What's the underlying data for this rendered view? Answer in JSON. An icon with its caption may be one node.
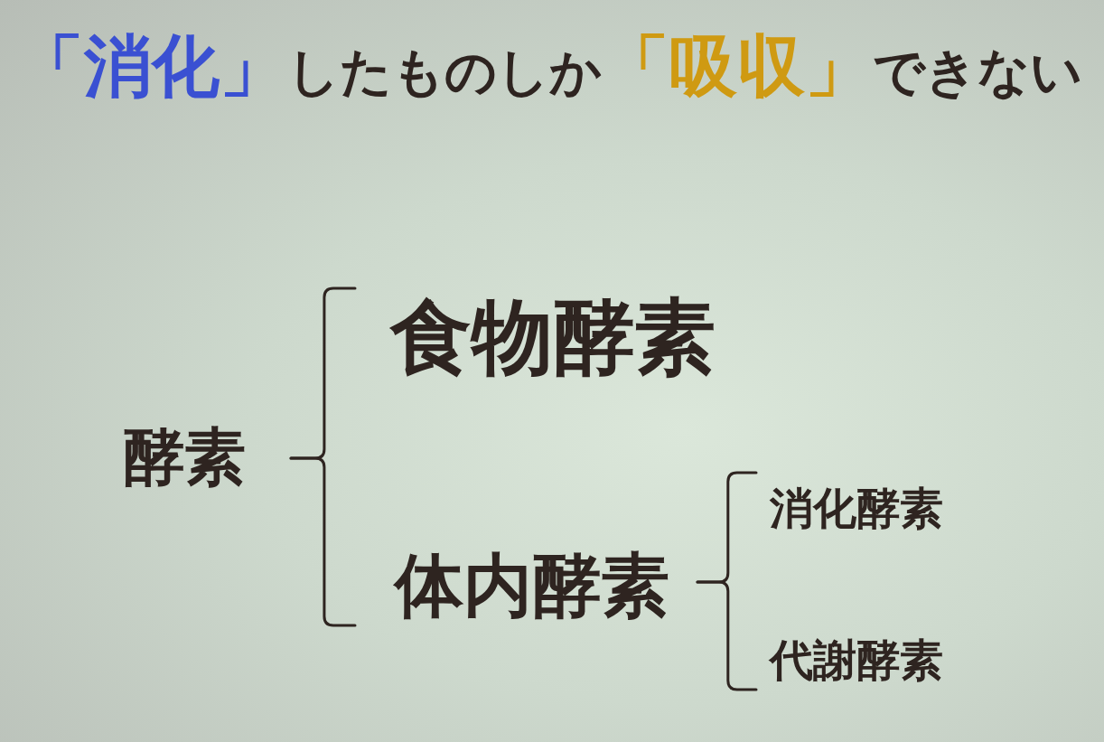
{
  "diagram": {
    "title": "**「消化」**したものしか**「吸収」**できない",
    "nodes": [
      {
        "text": [
          "酵素"
        ]
      },
      {
        "text": [
          "食物酵素"
        ]
      },
      {
        "text": [
          "体内酵素"
        ]
      },
      {
        "text": [
          "消化酵素"
        ]
      },
      {
        "text": [
          "代謝酵素"
        ]
      }
    ],
    "edges": [
      {
        "from": 0,
        "to": 1,
        "arrow": "none"
      },
      {
        "from": 0,
        "to": 2,
        "arrow": "none"
      },
      {
        "from": 2,
        "to": 3,
        "arrow": "none"
      },
      {
        "from": 2,
        "to": 4,
        "arrow": "none"
      }
    ]
  }
}
